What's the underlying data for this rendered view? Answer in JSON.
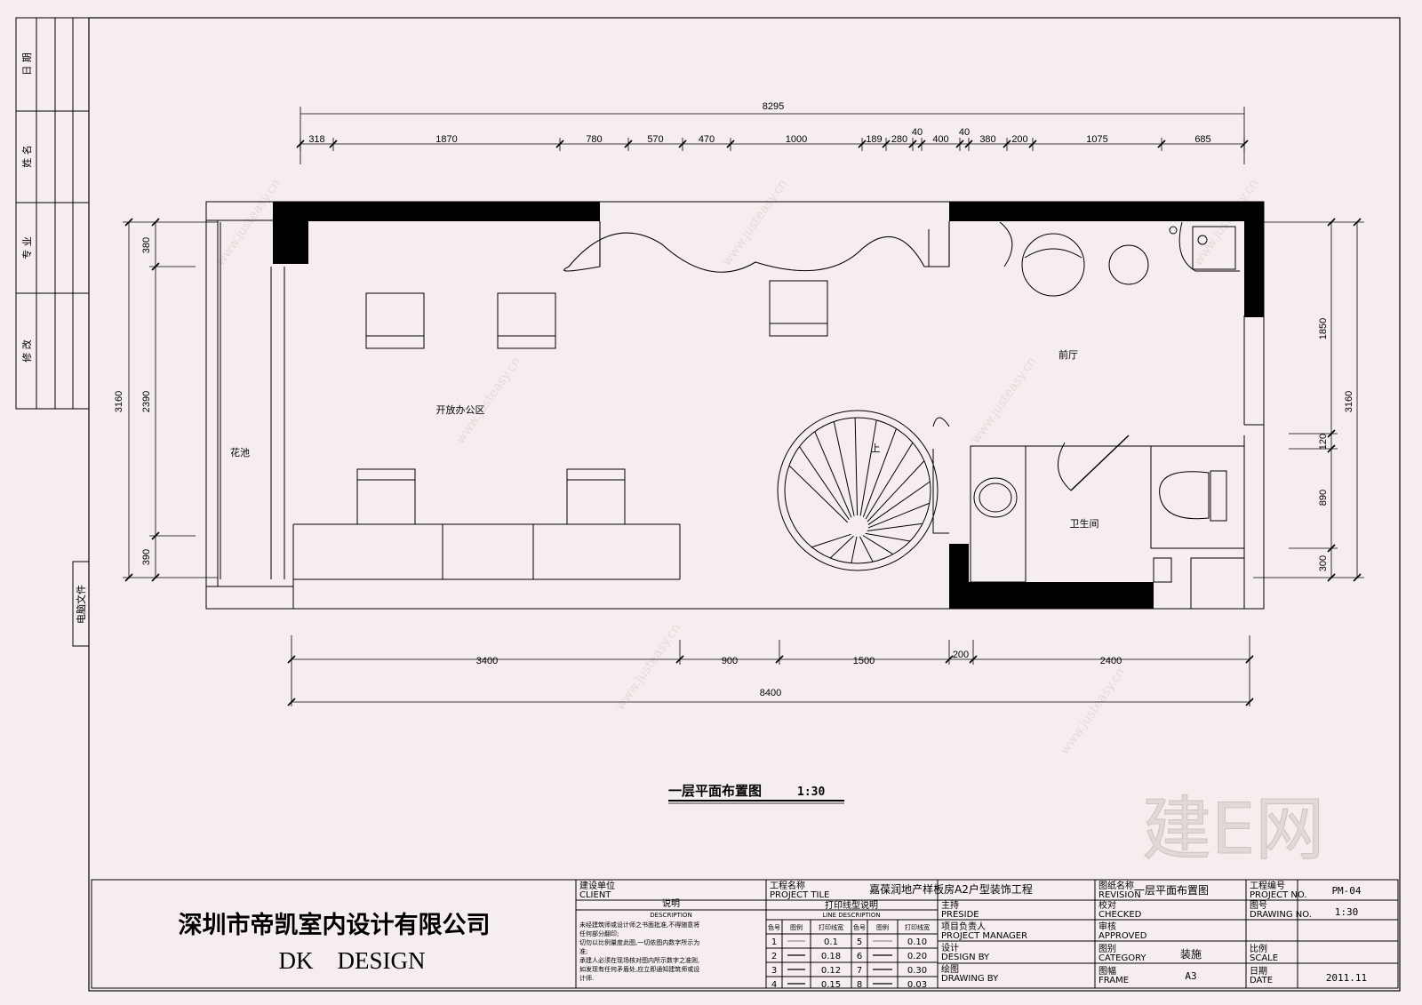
{
  "side_column": {
    "labels": [
      "日 期",
      "姓 名",
      "专 业",
      "修 改"
    ],
    "file_label": "电脑文件"
  },
  "dimensions": {
    "top_total": "8295",
    "top_segments": [
      "318",
      "1870",
      "780",
      "570",
      "470",
      "1000",
      "189",
      "280",
      "40",
      "400",
      "40",
      "380",
      "200",
      "1075",
      "685"
    ],
    "bottom_total": "8400",
    "bottom_segments": [
      "3400",
      "900",
      "1500",
      "200",
      "2400"
    ],
    "left_total": "3160",
    "left_segments": [
      "380",
      "2390",
      "390"
    ],
    "right_total": "3160",
    "right_segments": [
      "1850",
      "120",
      "890",
      "300"
    ]
  },
  "rooms": {
    "open_office": "开放办公区",
    "flower_bed": "花池",
    "lobby": "前厅",
    "bathroom": "卫生间",
    "stair_up": "上"
  },
  "drawing_title": "一层平面布置图",
  "drawing_scale": "1:30",
  "watermark": {
    "site": "www.justeasy.cn",
    "brand": "建E网"
  },
  "title_block": {
    "company_cn": "深圳市帝凯室内设计有限公司",
    "company_en": "DK    DESIGN",
    "client_cn": "建设单位",
    "client_en": "CLIENT",
    "desc_cn": "说明",
    "desc_en": "DESCRIPTION",
    "desc_text": [
      "未经建筑师或设计师之书面批准,不得随意将",
      "任何部分翻印;",
      "切勿以比例量度此图,一切依图内数字所示为",
      "准;",
      "承建人必须在现场核对图内所示数字之准则,",
      "如发现有任何矛盾处,应立即通知建筑师或设",
      "计师."
    ],
    "project_cn": "工程名称",
    "project_en": "PROJECT TILE",
    "project_name": "嘉葆润地产样板房A2户型装饰工程",
    "line_desc_cn": "打印线型说明",
    "line_desc_en": "LINE DESCRIPTION",
    "line_headers": [
      "色号",
      "图例",
      "打印线宽",
      "色号",
      "图例",
      "打印线宽"
    ],
    "line_rows": [
      [
        "1",
        "0.1",
        "5",
        "0.10"
      ],
      [
        "2",
        "0.18",
        "6",
        "0.20"
      ],
      [
        "3",
        "0.12",
        "7",
        "0.30"
      ],
      [
        "4",
        "0.15",
        "8",
        "0.03"
      ]
    ],
    "roles": [
      {
        "cn": "主持",
        "en": "PRESIDE"
      },
      {
        "cn": "项目负责人",
        "en": "PROJECT MANAGER"
      },
      {
        "cn": "设计",
        "en": "DESIGN BY"
      },
      {
        "cn": "绘图",
        "en": "DRAWING BY"
      }
    ],
    "revision_cn": "图纸名称",
    "revision_en": "REVISION",
    "revision_value": "一层平面布置图",
    "checked_cn": "校对",
    "checked_en": "CHECKED",
    "approved_cn": "审核",
    "approved_en": "APPROVED",
    "category_cn": "图别",
    "category_en": "CATEGORY",
    "category_value": "装施",
    "frame_cn": "图幅",
    "frame_en": "FRAME",
    "frame_value": "A3",
    "projno_cn": "工程编号",
    "projno_en": "PROJECT NO.",
    "projno_value": "PM-04",
    "drawno_cn": "图号",
    "drawno_en": "DRAWING NO.",
    "drawno_value": "1:30",
    "scale_cn": "比例",
    "scale_en": "SCALE",
    "date_cn": "日期",
    "date_en": "DATE",
    "date_value": "2011.11"
  }
}
